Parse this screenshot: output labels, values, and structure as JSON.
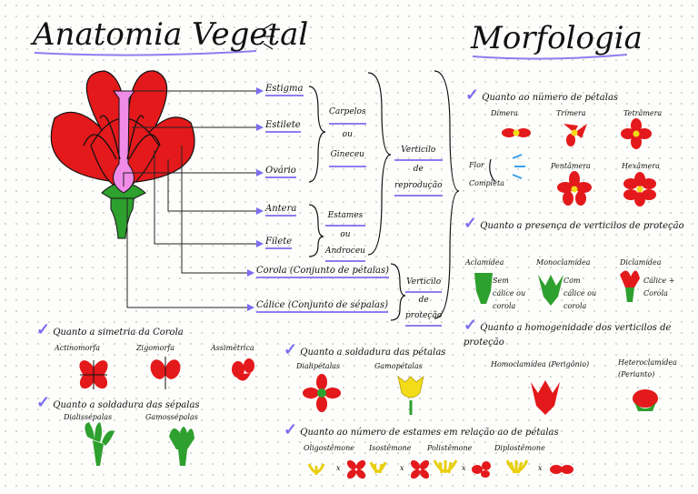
{
  "titles": {
    "anatomia": "Anatomia Vegetal",
    "morfologia": "Morfologia"
  },
  "flower_labels": {
    "estigma": "Estigma",
    "estilete": "Estilete",
    "ovario": "Ovário",
    "antera": "Antera",
    "filete": "Filete",
    "corola": "Corola (Conjunto de pétalas)",
    "calice": "Cálice (Conjunto de sépalas)"
  },
  "groups": {
    "carpelos": [
      "Carpelos",
      "ou",
      "Gineceu"
    ],
    "estames": [
      "Estames",
      "ou",
      "Androceu"
    ],
    "verticilo_reproducao": [
      "Verticilo",
      "de",
      "reprodução"
    ],
    "verticilo_protecao": [
      "Verticilo",
      "de",
      "proteção"
    ]
  },
  "petals_count": {
    "heading": "Quanto ao número de pétalas",
    "items": [
      "Dímera",
      "Trímera",
      "Tetrâmera",
      "Pentâmera",
      "Hexâmera"
    ],
    "flor_completa": [
      "Flor",
      "Completa"
    ]
  },
  "protection": {
    "heading": "Quanto a presença de verticilos de proteção",
    "items": [
      "Aclamídea",
      "Monoclamídea",
      "Diclamídea"
    ],
    "captions": [
      "Sem cálice ou corola",
      "Com cálice ou corola",
      "Cálice + Corola"
    ]
  },
  "homogeneity": {
    "heading": "Quanto a homogenidade dos verticilos de proteção",
    "items": [
      "Homoclamídea (Perigônio)",
      "Heteroclamídea (Perianto)"
    ]
  },
  "symmetry": {
    "heading": "Quanto a simetria da Corola",
    "items": [
      "Actinomorfa",
      "Zigomorfa",
      "Assimétrica"
    ]
  },
  "sepals": {
    "heading": "Quanto a soldadura das sépalas",
    "items": [
      "Dialissépalas",
      "Gamossépalas"
    ]
  },
  "petal_fusion": {
    "heading": "Quanto a soldadura das pétalas",
    "items": [
      "Dialipétalas",
      "Gamopétalas"
    ]
  },
  "stamens": {
    "heading": "Quanto ao número de estames em relação ao de pétalas",
    "items": [
      "Oligostêmone",
      "Isostêmone",
      "Polistêmone",
      "Diplostêmone"
    ],
    "separator": "x"
  },
  "colors": {
    "petal_red": "#e3191b",
    "pistil_pink": "#f08ce8",
    "leaf_green": "#2ea02e",
    "stamen_yellow": "#f2dc1a",
    "check_purple": "#7b6cf0"
  }
}
